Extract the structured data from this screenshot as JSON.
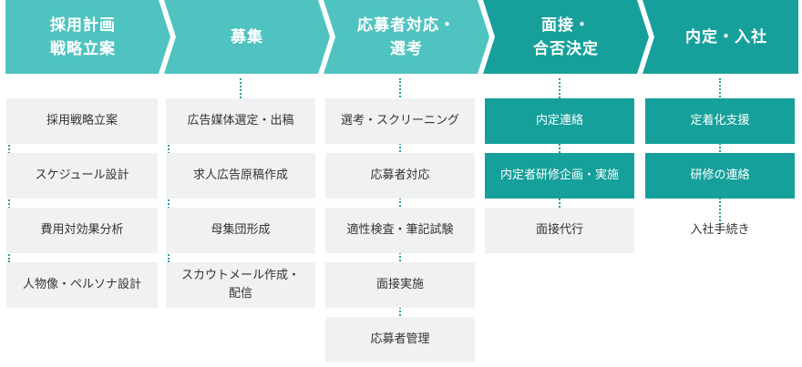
{
  "colors": {
    "arrow_light": "#4fc3c0",
    "arrow_dark": "#17a09b",
    "box_gray": "#f0f1f3",
    "box_teal": "#16a09b"
  },
  "stages": [
    {
      "title_lines": [
        "採用計画",
        "戦略立案"
      ],
      "items": [
        {
          "label": "採用戦略立案",
          "style": "gray"
        },
        {
          "label": "スケジュール設計",
          "style": "gray"
        },
        {
          "label": "費用対効果分析",
          "style": "gray"
        },
        {
          "label": "人物像・ペルソナ設計",
          "style": "gray"
        }
      ]
    },
    {
      "title_lines": [
        "募集"
      ],
      "items": [
        {
          "label": "広告媒体選定・出稿",
          "style": "gray"
        },
        {
          "label": "求人広告原稿作成",
          "style": "gray"
        },
        {
          "label": "母集団形成",
          "style": "gray"
        },
        {
          "label": "スカウトメール作成・配信",
          "style": "gray"
        }
      ]
    },
    {
      "title_lines": [
        "応募者対応・",
        "選考"
      ],
      "items": [
        {
          "label": "選考・スクリーニング",
          "style": "gray"
        },
        {
          "label": "応募者対応",
          "style": "gray"
        },
        {
          "label": "適性検査・筆記試験",
          "style": "gray"
        },
        {
          "label": "面接実施",
          "style": "gray"
        },
        {
          "label": "応募者管理",
          "style": "gray"
        }
      ]
    },
    {
      "title_lines": [
        "面接・",
        "合否決定"
      ],
      "items": [
        {
          "label": "内定連絡",
          "style": "teal"
        },
        {
          "label": "内定者研修企画・実施",
          "style": "teal"
        },
        {
          "label": "面接代行",
          "style": "gray"
        }
      ]
    },
    {
      "title_lines": [
        "内定・入社"
      ],
      "items": [
        {
          "label": "定着化支援",
          "style": "teal"
        },
        {
          "label": "研修の連絡",
          "style": "teal"
        },
        {
          "label": "入社手続き",
          "style": "plain"
        }
      ]
    }
  ]
}
